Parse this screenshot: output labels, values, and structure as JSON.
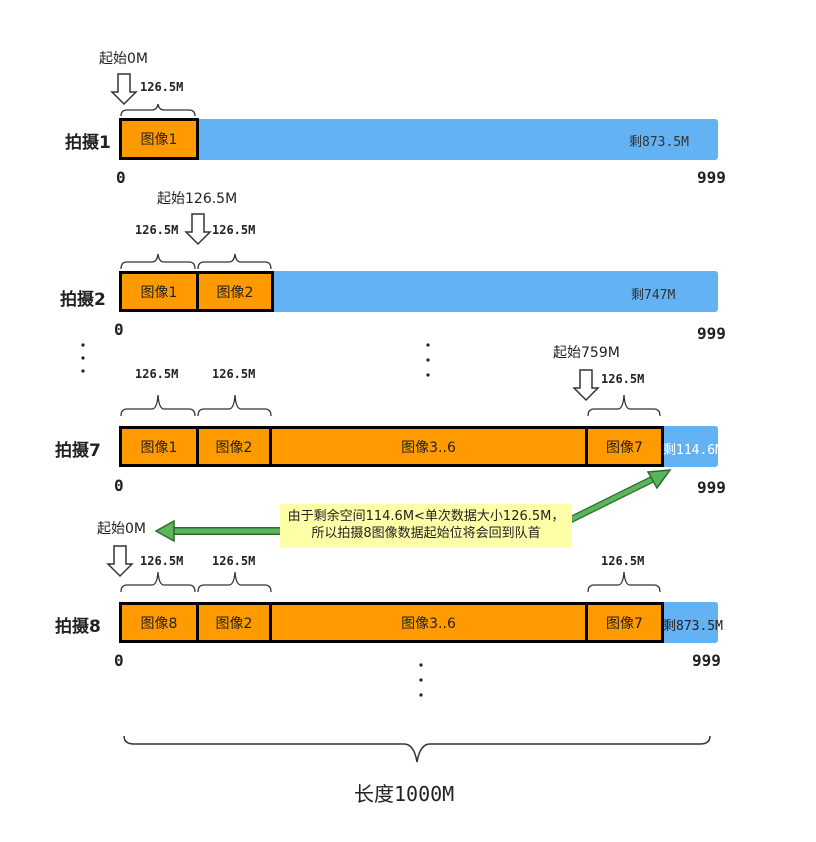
{
  "rows": [
    {
      "title": "拍摄1",
      "start_label": "起始0M",
      "sizes": [
        "126.5M"
      ],
      "blocks": [
        "图像1"
      ],
      "remaining": "剩873.5M",
      "zero": "0",
      "end": "999"
    },
    {
      "title": "拍摄2",
      "start_label": "起始126.5M",
      "sizes": [
        "126.5M",
        "126.5M"
      ],
      "blocks": [
        "图像1",
        "图像2"
      ],
      "remaining": "剩747M",
      "zero": "0",
      "end": "999"
    },
    {
      "title": "拍摄7",
      "start_label": "起始759M",
      "sizes": [
        "126.5M",
        "126.5M",
        "126.5M"
      ],
      "blocks": [
        "图像1",
        "图像2",
        "图像3..6",
        "图像7"
      ],
      "remaining": "剩114.6M",
      "zero": "0",
      "end": "999"
    },
    {
      "title": "拍摄8",
      "start_label": "起始0M",
      "sizes": [
        "126.5M",
        "126.5M",
        "126.5M"
      ],
      "blocks": [
        "图像8",
        "图像2",
        "图像3..6",
        "图像7"
      ],
      "remaining": "剩873.5M",
      "zero": "0",
      "end": "999"
    }
  ],
  "note": {
    "line1": "由于剩余空间114.6M<单次数据大小126.5M，",
    "line2": "所以拍摄8图像数据起始位将会回到队首"
  },
  "total_length": "长度1000M",
  "colors": {
    "free_space": "#63b2f4",
    "block": "#ff9a00",
    "arrow_green": "#4caf50",
    "note_bg": "#ffffa8"
  }
}
